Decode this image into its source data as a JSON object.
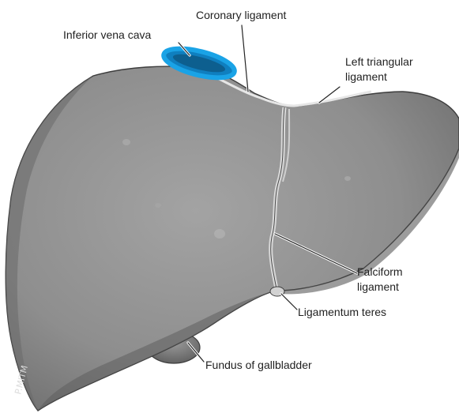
{
  "figure": {
    "labels": {
      "coronary_ligament": "Coronary ligament",
      "inferior_vena_cava": "Inferior vena cava",
      "left_triangular_line1": "Left triangular",
      "left_triangular_line2": "ligament",
      "falciform_line1": "Falciform",
      "falciform_line2": "ligament",
      "ligamentum_teres": "Ligamentum teres",
      "fundus_gallbladder": "Fundus of gallbladder"
    },
    "signature": "P.MITM",
    "colors": {
      "liver_surface": "#8f8f8f",
      "liver_edge": "#3d3d3d",
      "vena_cava": "#1aa3e6",
      "ligament": "#e8e8e8"
    }
  }
}
